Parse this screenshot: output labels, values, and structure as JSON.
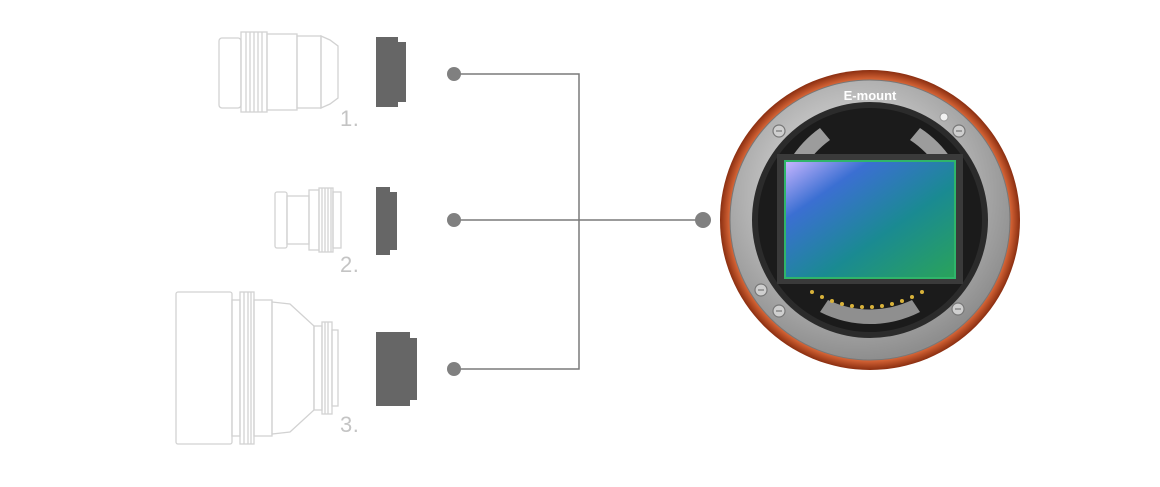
{
  "lenses": [
    {
      "label": "1."
    },
    {
      "label": "2."
    },
    {
      "label": "3."
    }
  ],
  "mount": {
    "label": "E-mount"
  },
  "colors": {
    "outline": "#d0d0d0",
    "adapter": "#666666",
    "connector": "#777777",
    "ring": "#d2542a",
    "sensor": "#1c8a8a"
  }
}
